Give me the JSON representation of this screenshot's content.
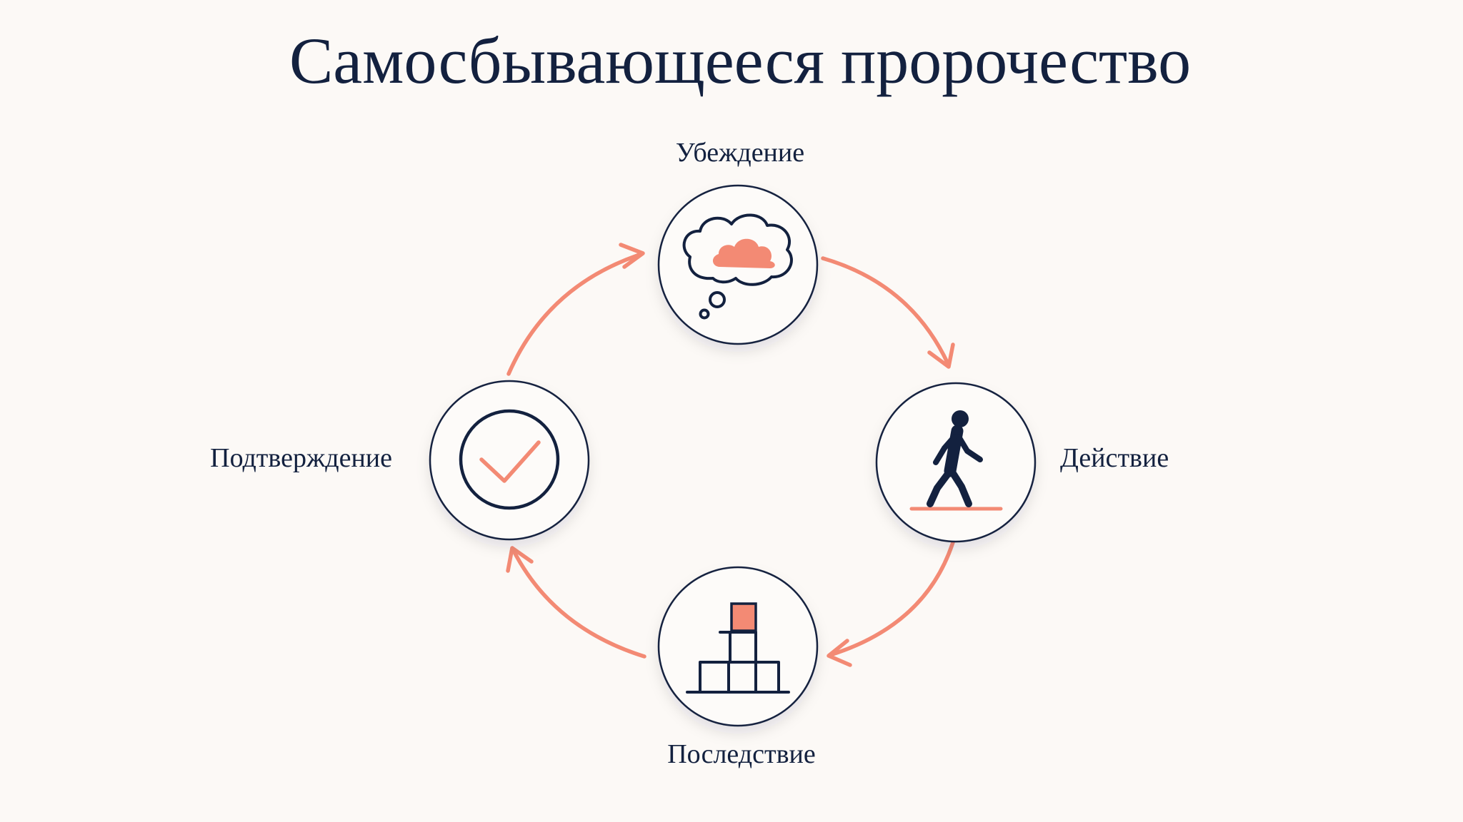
{
  "title": "Самосбывающееся пророчество",
  "nodes": {
    "belief": {
      "label": "Убеждение",
      "icon": "thought-cloud-icon"
    },
    "action": {
      "label": "Действие",
      "icon": "walking-person-icon"
    },
    "consequence": {
      "label": "Последствие",
      "icon": "stacked-blocks-icon"
    },
    "confirmation": {
      "label": "Подтверждение",
      "icon": "checkmark-icon"
    }
  },
  "colors": {
    "background": "#fcf9f6",
    "ink": "#13213f",
    "accent": "#f38a74"
  }
}
